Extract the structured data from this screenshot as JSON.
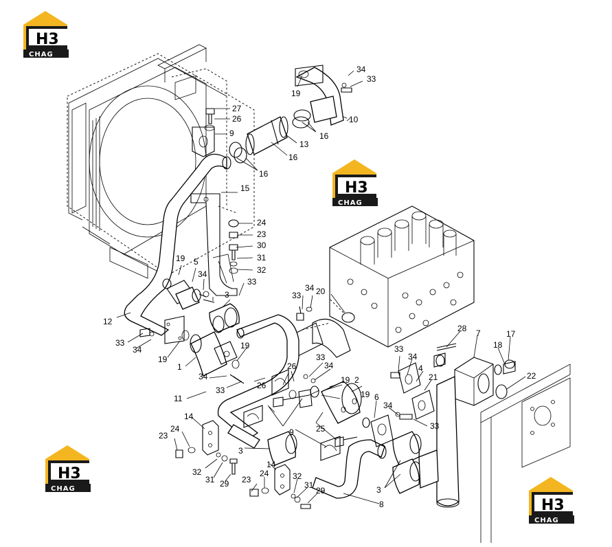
{
  "watermark": {
    "top_text": "H3",
    "bottom_text": "CHAG",
    "accent_color": "#f3b620",
    "dark_color": "#1a1a1a"
  },
  "callouts": [
    "1",
    "2",
    "3",
    "4",
    "5",
    "6",
    "7",
    "8",
    "9",
    "10",
    "11",
    "12",
    "13",
    "14",
    "15",
    "16",
    "17",
    "18",
    "19",
    "20",
    "21",
    "22",
    "23",
    "24",
    "25",
    "26",
    "27",
    "28",
    "29",
    "30",
    "31",
    "32",
    "33",
    "34"
  ]
}
